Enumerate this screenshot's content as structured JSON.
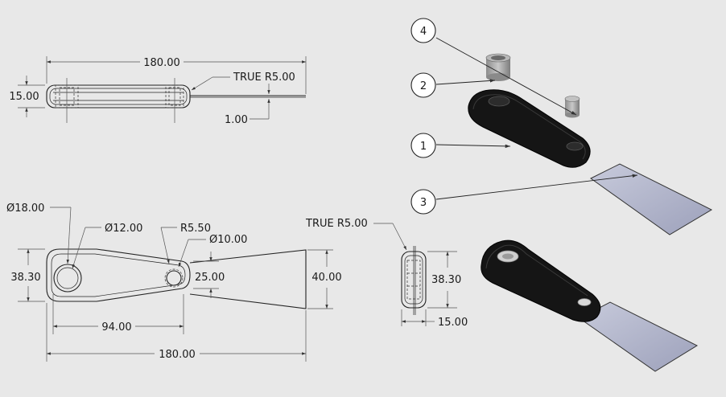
{
  "colors": {
    "background": "#e8e8e8",
    "handle": "#151515",
    "blade": "#aeb2c8",
    "bushing": "#a9a9a9"
  },
  "top_view": {
    "overall_length": "180.00",
    "width": "15.00",
    "tip_radius": "TRUE R5.00",
    "blade_thickness": "1.00"
  },
  "front_view": {
    "large_hole_od": "Ø18.00",
    "large_hole_id": "Ø12.00",
    "small_radius": "R5.50",
    "small_hole": "Ø10.00",
    "handle_width_left": "38.30",
    "handle_width_right": "25.00",
    "blade_width": "40.00",
    "hole_spacing": "94.00",
    "overall_length": "180.00"
  },
  "side_view": {
    "tip_radius": "TRUE R5.00",
    "height": "38.30",
    "thickness": "15.00"
  },
  "balloons": [
    "4",
    "2",
    "1",
    "3"
  ]
}
